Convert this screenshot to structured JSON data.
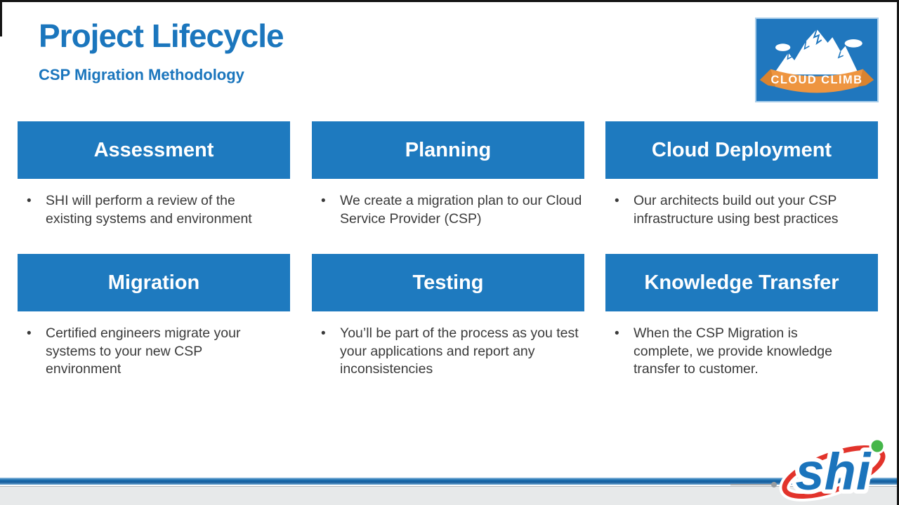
{
  "slide": {
    "title": "Project Lifecycle",
    "subtitle": "CSP Migration Methodology"
  },
  "ui": {
    "bullet_char": "•"
  },
  "cards": [
    {
      "title": "Assessment",
      "bullet": "SHI will perform a review of the existing systems and environment"
    },
    {
      "title": "Planning",
      "bullet": "We create a migration plan to our Cloud Service Provider (CSP)"
    },
    {
      "title": "Cloud Deployment",
      "bullet": "Our architects build out your CSP infrastructure using best practices"
    },
    {
      "title": "Migration",
      "bullet": "Certified engineers migrate your systems to your new CSP environment"
    },
    {
      "title": "Testing",
      "bullet": "You’ll be part of the process as you test your applications and report any inconsistencies"
    },
    {
      "title": "Knowledge Transfer",
      "bullet": "When the CSP Migration is complete, we provide knowledge transfer to customer."
    }
  ],
  "logos": {
    "cloud_climb": "CLOUD CLIMB",
    "shi": "shi"
  },
  "colors": {
    "title_blue": "#1B76BD",
    "card_blue": "#1E7ABF",
    "body_text": "#3A3A3A",
    "banner_orange": "#EE9540",
    "footer_gray": "#E7E9EA",
    "shi_red": "#E2332B",
    "shi_green": "#45B649"
  }
}
